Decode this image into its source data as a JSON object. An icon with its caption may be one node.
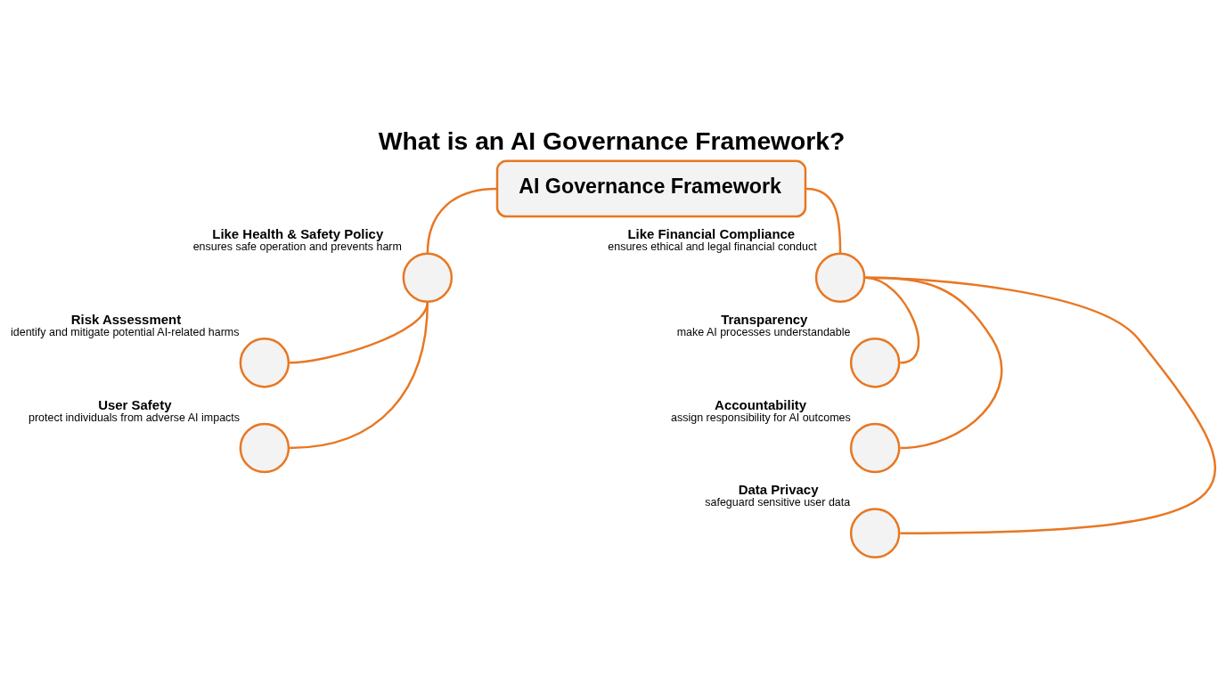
{
  "diagram": {
    "title": "What is an AI Governance Framework?",
    "nodes": [
      {
        "text": [
          "AI Governance Framework"
        ]
      },
      {
        "text": [],
        "shape": "circle",
        "beside": [
          "Like Health & Safety Policy",
          "ensures safe operation and prevents harm"
        ]
      },
      {
        "text": [],
        "shape": "circle",
        "beside": [
          "Risk Assessment",
          "identify and mitigate potential AI-related harms"
        ]
      },
      {
        "text": [],
        "shape": "circle",
        "beside": [
          "User Safety",
          "protect individuals from adverse AI impacts"
        ]
      },
      {
        "text": [],
        "shape": "circle",
        "beside": [
          "Like Financial Compliance",
          "ensures ethical and legal financial conduct"
        ]
      },
      {
        "text": [],
        "shape": "circle",
        "beside": [
          "Transparency",
          "make AI processes understandable"
        ]
      },
      {
        "text": [],
        "shape": "circle",
        "beside": [
          "Accountability",
          "assign responsibility for AI outcomes"
        ]
      },
      {
        "text": [],
        "shape": "circle",
        "beside": [
          "Data Privacy",
          "safeguard sensitive user data"
        ]
      }
    ],
    "edges": [
      {
        "from": 0,
        "to": 1,
        "arrow": "none"
      },
      {
        "from": 1,
        "to": 2,
        "arrow": "none"
      },
      {
        "from": 1,
        "to": 3,
        "arrow": "none"
      },
      {
        "from": 0,
        "to": 4,
        "arrow": "none"
      },
      {
        "from": 4,
        "to": 5,
        "arrow": "none"
      },
      {
        "from": 4,
        "to": 6,
        "arrow": "none"
      },
      {
        "from": 4,
        "to": 7,
        "arrow": "none"
      }
    ]
  }
}
